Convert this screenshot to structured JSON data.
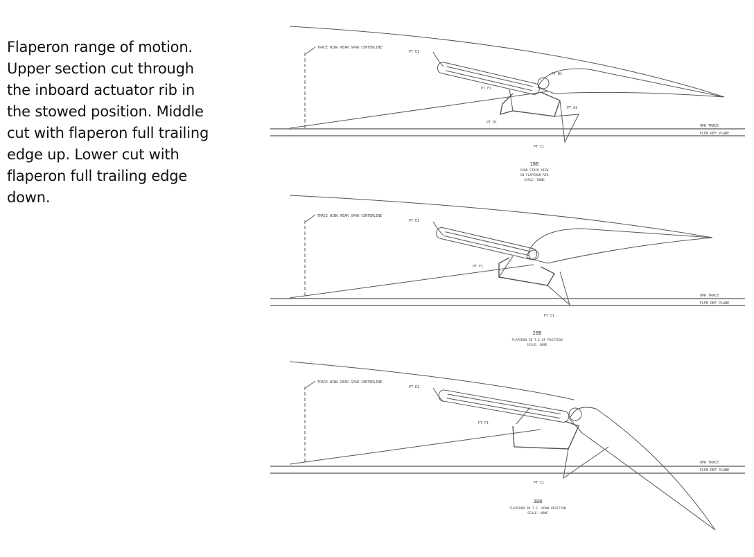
{
  "caption": {
    "lines": [
      "Flaperon range of motion.",
      "Upper section cut through",
      "the inboard actuator rib in",
      "the stowed position. Middle",
      "cut with flaperon full trailing",
      "edge up. Lower cut with",
      "flaperon full trailing edge",
      "down."
    ]
  },
  "views": [
    {
      "id": "view-1",
      "label_trace": "TRACE WING REAR SPAR CENTERLINE",
      "point_labels": [
        "PT E1",
        "PT B1",
        "PT F1",
        "PT A1",
        "PT D1",
        "PT C1"
      ],
      "ref_labels": [
        "UPR TRACE",
        "FLPN REF PLANE"
      ],
      "view_number": "1BB",
      "view_title_lines": [
        "CARD STOCK VIEW",
        "IN FLAPERON RIB",
        "SCALE: NONE"
      ]
    },
    {
      "id": "view-2",
      "label_trace": "TRACE WING REAR SPAR CENTERLINE",
      "point_labels": [
        "PT E1",
        "PT F1",
        "PT C1"
      ],
      "ref_labels": [
        "UPR TRACE",
        "FLPN REF PLANE"
      ],
      "view_number": "2BB",
      "view_title_lines": [
        "FLAPERON IN T.E.UP POSITION",
        "SCALE: NONE"
      ]
    },
    {
      "id": "view-3",
      "label_trace": "TRACE WING REAR SPAR CENTERLINE",
      "point_labels": [
        "PT E1",
        "PT F1",
        "PT C1"
      ],
      "ref_labels": [
        "UPR TRACE",
        "FLPN REF PLANE"
      ],
      "view_number": "3BB",
      "view_title_lines": [
        "FLAPERON IN T.E. DOWN POSITION",
        "SCALE: NONE"
      ]
    }
  ]
}
